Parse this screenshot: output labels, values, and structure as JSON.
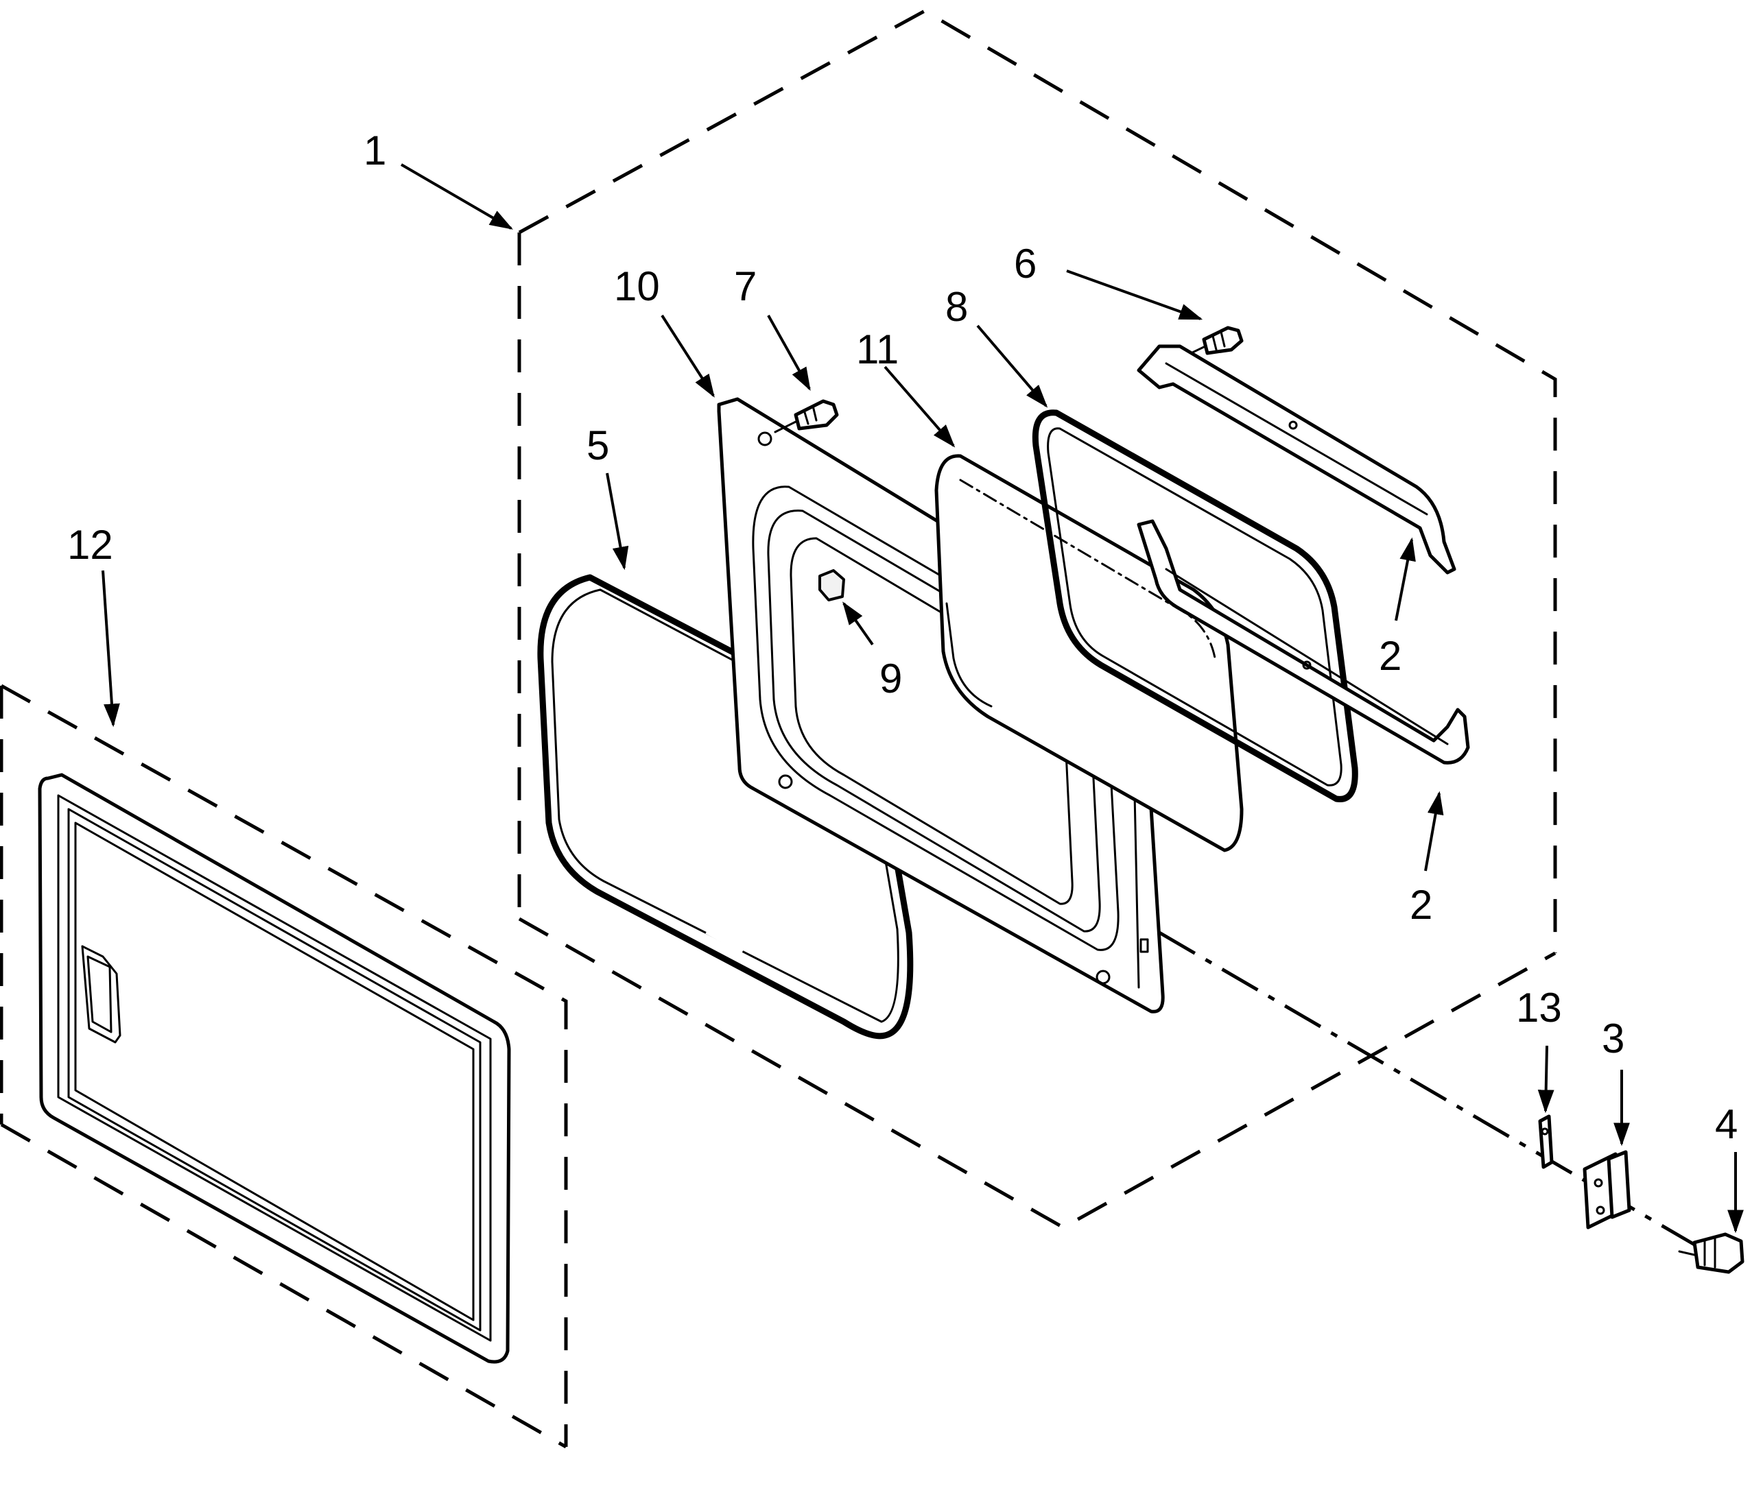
{
  "diagram": {
    "callouts": [
      {
        "id": "c1",
        "label": "1"
      },
      {
        "id": "c10",
        "label": "10"
      },
      {
        "id": "c7",
        "label": "7"
      },
      {
        "id": "c11",
        "label": "11"
      },
      {
        "id": "c8",
        "label": "8"
      },
      {
        "id": "c6",
        "label": "6"
      },
      {
        "id": "c5",
        "label": "5"
      },
      {
        "id": "c12",
        "label": "12"
      },
      {
        "id": "c9",
        "label": "9"
      },
      {
        "id": "c2a",
        "label": "2"
      },
      {
        "id": "c2b",
        "label": "2"
      },
      {
        "id": "c13",
        "label": "13"
      },
      {
        "id": "c3",
        "label": "3"
      },
      {
        "id": "c4",
        "label": "4"
      }
    ]
  }
}
